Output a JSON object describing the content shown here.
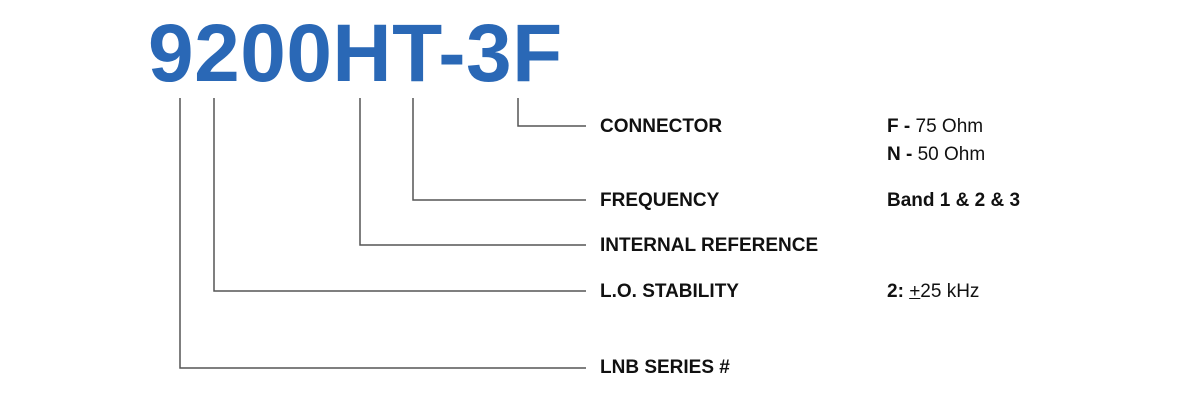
{
  "model_code": "9200HT-3F",
  "colors": {
    "title": "#2a68b6",
    "lines": "#555555"
  },
  "fields": [
    {
      "label": "CONNECTOR",
      "values": [
        {
          "code": "F -",
          "text": "75 Ohm"
        },
        {
          "code": "N -",
          "text": "50 Ohm"
        }
      ]
    },
    {
      "label": "FREQUENCY",
      "value": "Band 1 & 2 & 3"
    },
    {
      "label": "INTERNAL REFERENCE"
    },
    {
      "label": "L.O. STABILITY",
      "code": "2:",
      "plusminus": "+",
      "text": "25 kHz"
    },
    {
      "label": "LNB SERIES #"
    }
  ]
}
